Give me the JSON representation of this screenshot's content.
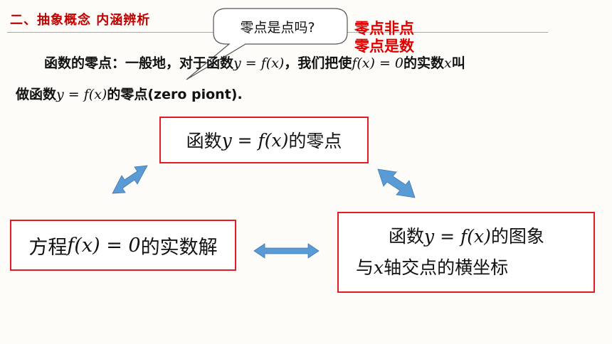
{
  "header": {
    "section_title": "二、抽象概念  内涵辨析"
  },
  "callout": {
    "question": "零点是点吗?"
  },
  "notes": {
    "line1": "零点非点",
    "line2": "零点是数"
  },
  "definition": {
    "lead": "函数的零点：一般地，对于函数",
    "func1": "y = f(x)",
    "mid": "，我们把使",
    "cond": "f(x) = 0",
    "tail": "的实数",
    "var": "x",
    "end": "叫",
    "line2_lead": "做函数",
    "func2": "y = f(x)",
    "line2_tail": "的零点(zero piont)."
  },
  "boxes": {
    "zero": {
      "prefix": "函数",
      "func": "y = f(x)",
      "suffix": "的零点"
    },
    "equation": {
      "prefix": "方程",
      "eq": "f(x) = 0",
      "suffix": "的实数解"
    },
    "graph": {
      "line1_prefix": "函数",
      "line1_func": "y = f(x)",
      "line1_suffix": "的图象",
      "line2_prefix": "与",
      "line2_var": "x",
      "line2_suffix": "轴交点的横坐标"
    }
  },
  "colors": {
    "title_red": "#c00000",
    "box_border": "#e31b23",
    "arrow_blue": "#5b9bd5",
    "note_red": "#e00000"
  }
}
